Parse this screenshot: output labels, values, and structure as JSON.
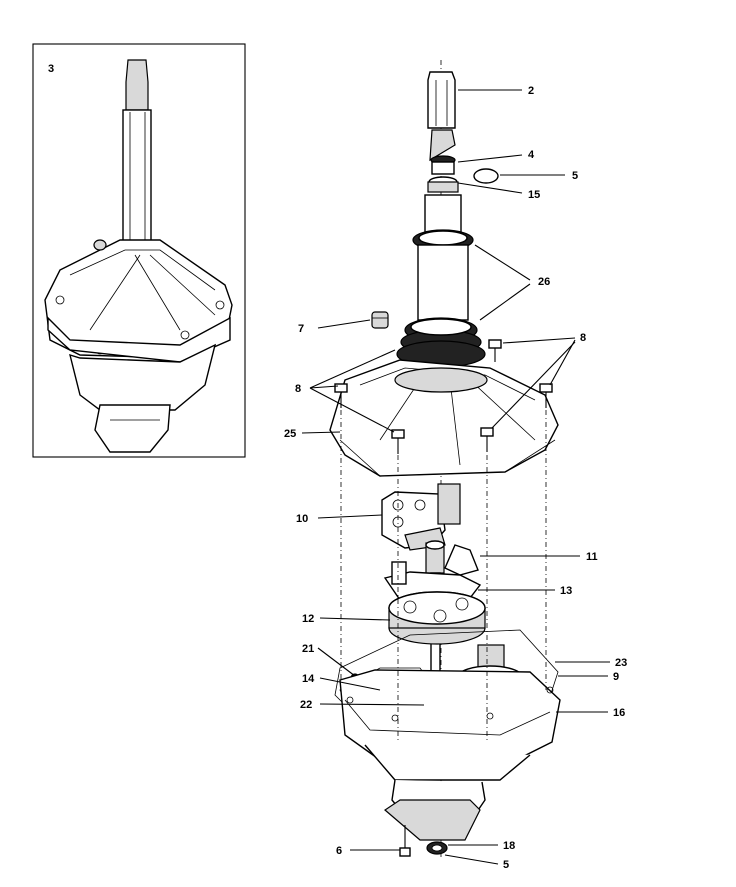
{
  "inset": {
    "label": "3"
  },
  "callouts": {
    "c2": "2",
    "c4": "4",
    "c5a": "5",
    "c15": "15",
    "c26": "26",
    "c7": "7",
    "c8a": "8",
    "c8b": "8",
    "c25": "25",
    "c10": "10",
    "c11": "11",
    "c13": "13",
    "c12": "12",
    "c21": "21",
    "c23": "23",
    "c14": "14",
    "c9": "9",
    "c22": "22",
    "c16": "16",
    "c6": "6",
    "c18": "18",
    "c5b": "5"
  }
}
